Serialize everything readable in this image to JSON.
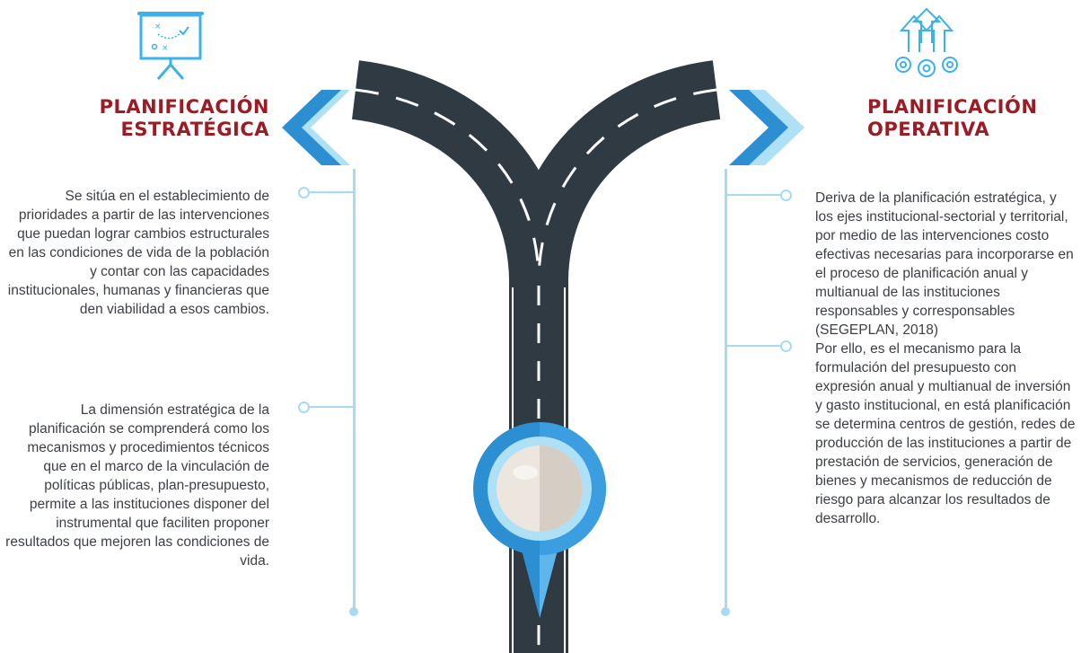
{
  "left": {
    "title_line1": "PLANIFICACIÓN",
    "title_line2": "ESTRATÉGICA",
    "paragraph1": "Se sitúa en el establecimiento de prioridades a partir de las intervenciones que puedan lograr cambios estructurales en las condiciones de vida de la población y contar con las capacidades institucionales, humanas y financieras que den viabilidad a esos cambios.",
    "paragraph2": "La dimensión estratégica de la planificación se comprenderá como los mecanismos y procedimientos técnicos que en el marco de la vinculación de políticas públicas, plan-presupuesto, permite a las instituciones disponer del instrumental que faciliten proponer resultados que mejoren las condiciones de vida."
  },
  "right": {
    "title_line1": "PLANIFICACIÓN",
    "title_line2": "OPERATIVA",
    "paragraph1": "Deriva de la planificación estratégica, y los ejes institucional-sectorial y territorial, por medio de las intervenciones costo efectivas necesarias para incorporarse en el proceso de planificación anual y multianual de las instituciones responsables y corresponsables (SEGEPLAN, 2018)",
    "paragraph2": "Por ello, es el mecanismo para la formulación del presupuesto con expresión anual y multianual de inversión y gasto institucional, en está planificación se determina centros de gestión, redes de producción de las instituciones a partir de prestación de servicios, generación de bienes y mecanismos de reducción de riesgo para alcanzar los resultados de desarrollo."
  },
  "icons": {
    "left": "strategy-board-icon",
    "right": "gears-arrows-icon",
    "pin": "map-pin-icon",
    "arrow_left": "chevron-left-icon",
    "arrow_right": "chevron-right-icon"
  },
  "colors": {
    "title": "#9b1c24",
    "accent_blue": "#2b8fd1",
    "light_blue": "#a8daf1",
    "road": "#2f3a43",
    "text": "#3c3f46"
  }
}
